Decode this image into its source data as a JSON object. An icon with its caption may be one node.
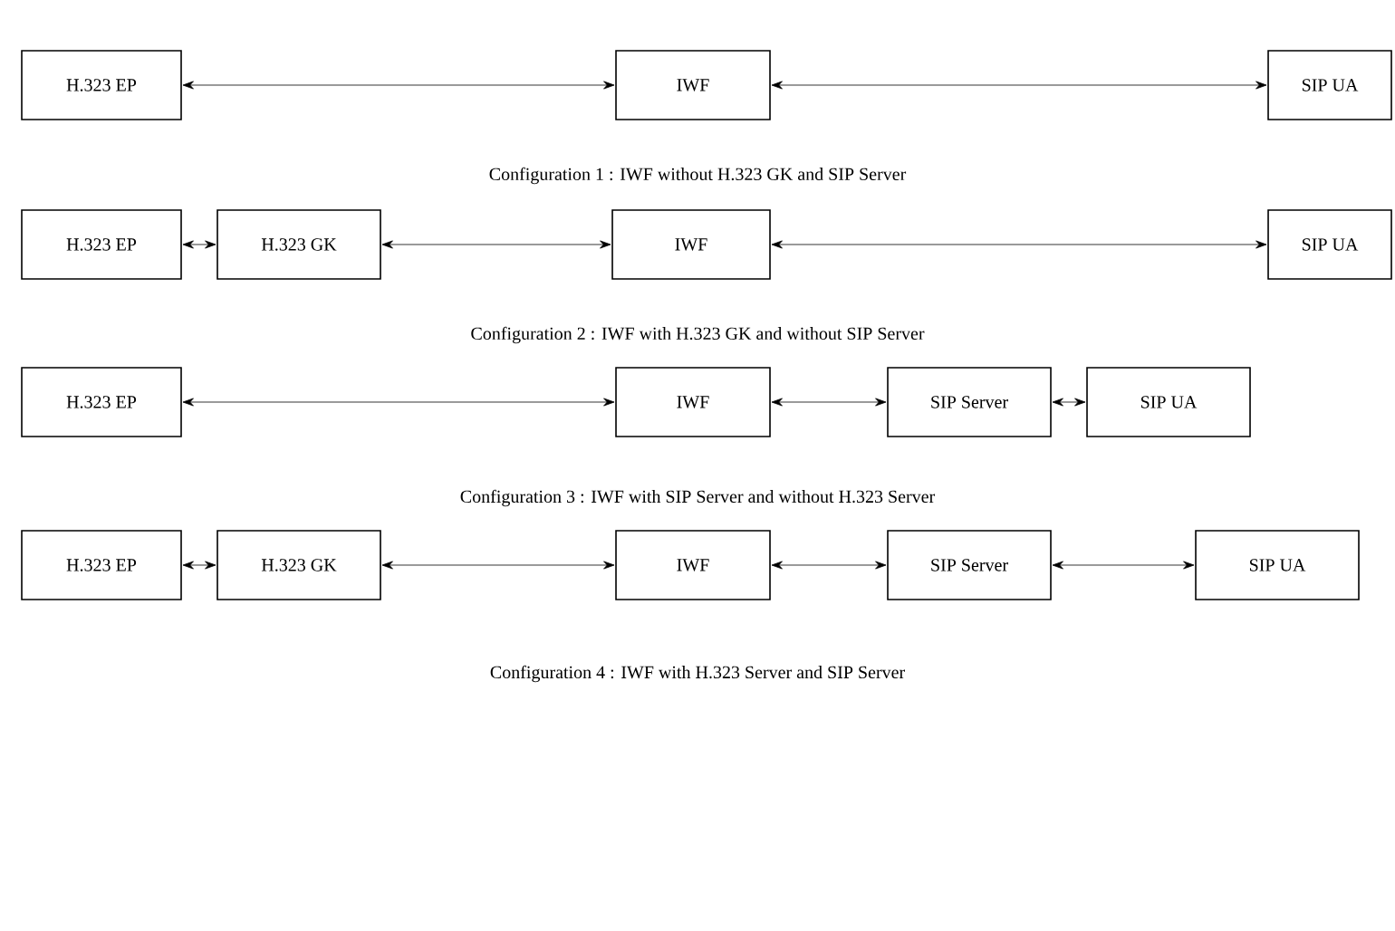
{
  "diagram": {
    "nodes": [
      {
        "text": [
          "H.323 EP"
        ]
      },
      {
        "text": [
          "IWF"
        ]
      },
      {
        "text": [
          "SIP UA"
        ]
      },
      {
        "text": [
          "H.323 EP"
        ]
      },
      {
        "text": [
          "H.323 GK"
        ]
      },
      {
        "text": [
          "IWF"
        ]
      },
      {
        "text": [
          "SIP UA"
        ]
      },
      {
        "text": [
          "H.323 EP"
        ]
      },
      {
        "text": [
          "IWF"
        ]
      },
      {
        "text": [
          "SIP Server"
        ]
      },
      {
        "text": [
          "SIP UA"
        ]
      },
      {
        "text": [
          "H.323 EP"
        ]
      },
      {
        "text": [
          "H.323 GK"
        ]
      },
      {
        "text": [
          "IWF"
        ]
      },
      {
        "text": [
          "SIP Server"
        ]
      },
      {
        "text": [
          "SIP UA"
        ]
      }
    ],
    "edges": [
      {
        "from": 0,
        "to": 1,
        "arrow": "both"
      },
      {
        "from": 1,
        "to": 2,
        "arrow": "both"
      },
      {
        "from": 3,
        "to": 4,
        "arrow": "both"
      },
      {
        "from": 4,
        "to": 5,
        "arrow": "both"
      },
      {
        "from": 5,
        "to": 6,
        "arrow": "both"
      },
      {
        "from": 7,
        "to": 8,
        "arrow": "both"
      },
      {
        "from": 8,
        "to": 9,
        "arrow": "both"
      },
      {
        "from": 9,
        "to": 10,
        "arrow": "both"
      },
      {
        "from": 11,
        "to": 12,
        "arrow": "both"
      },
      {
        "from": 12,
        "to": 13,
        "arrow": "both"
      },
      {
        "from": 13,
        "to": 14,
        "arrow": "both"
      },
      {
        "from": 14,
        "to": 15,
        "arrow": "both"
      }
    ],
    "labels": [
      "Configuration 1 :  IWF without H.323 GK and SIP Server",
      "Configuration 2 :  IWF with H.323 GK and without SIP Server",
      "Configuration 3 :  IWF with SIP Server and without H.323 Server",
      "Configuration 4 :  IWF with H.323 Server and SIP Server"
    ]
  }
}
